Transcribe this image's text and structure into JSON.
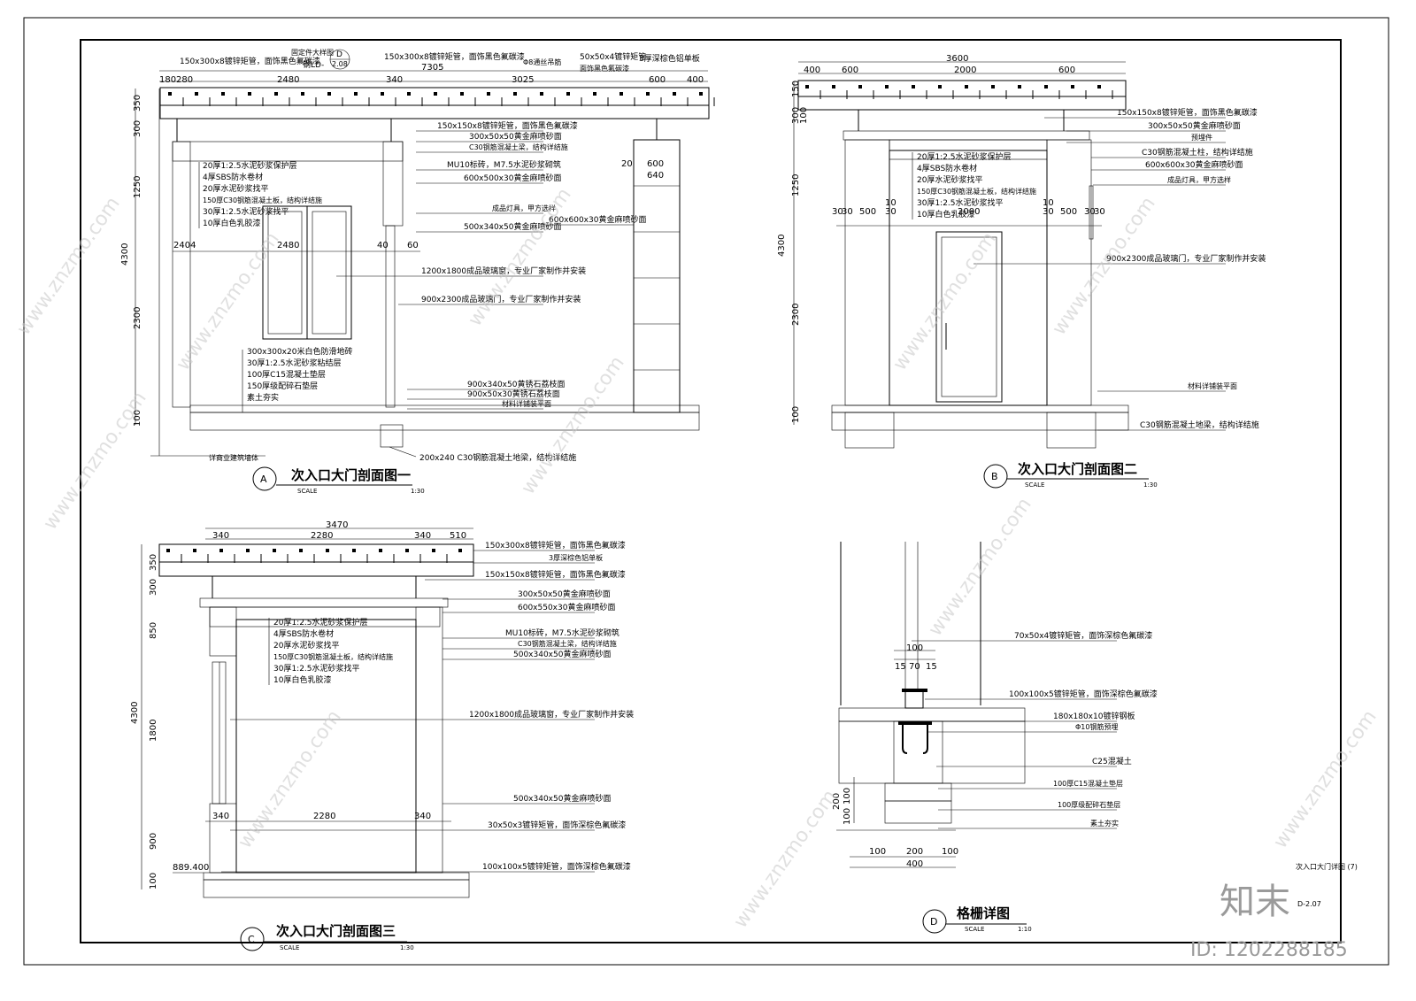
{
  "watermark": {
    "text": "www.znzmo.com",
    "brand": "知末",
    "id": "ID: 1202288185"
  },
  "sheet": {
    "code": "次入口大门详图 (7)",
    "sheet_no": "D-2.07"
  },
  "sectionA": {
    "letter": "A",
    "title": "次入口大门剖面图一",
    "scale_word": "SCALE",
    "scale": "1:30",
    "ref_note": "固定件大样图",
    "ref_letter": "D",
    "ref_sheet": "2.08",
    "ref_code": "钢LD-",
    "top_notes": [
      "150x300x8镀锌矩管，面饰黑色氟碳漆",
      "150x300x8镀锌矩管，面饰黑色氟碳漆",
      "Φ8通丝吊筋",
      "50x50x4镀锌矩管",
      "面饰黑色氟碳漆",
      "3厚深棕色铝单板"
    ],
    "dims_top": [
      "7305",
      "180",
      "280",
      "2480",
      "340",
      "3025",
      "600",
      "400"
    ],
    "dims_left": [
      "350",
      "300",
      "1250",
      "4300",
      "2300",
      "100"
    ],
    "dims_mid": [
      "2404",
      "2480",
      "40",
      "60"
    ],
    "dims_pier": [
      "20",
      "600",
      "640"
    ],
    "layers_roof": [
      "20厚1:2.5水泥砂浆保护层",
      "4厚SBS防水卷材",
      "20厚水泥砂浆找平",
      "150厚C30钢筋混凝土板，结构详结施",
      "30厚1:2.5水泥砂浆找平",
      "10厚白色乳胶漆"
    ],
    "layers_floor": [
      "300x300x20米白色防滑地砖",
      "30厚1:2.5水泥砂浆粘结层",
      "100厚C15混凝土垫层",
      "150厚级配碎石垫层",
      "素土夯实"
    ],
    "right_notes": [
      "150x150x8镀锌矩管，面饰黑色氟碳漆",
      "300x50x50黄金麻喷砂面",
      "C30钢筋混凝土梁，结构详结施",
      "MU10标砖，M7.5水泥砂浆砌筑",
      "600x500x30黄金麻喷砂面",
      "成品灯具，甲方选样",
      "600x600x30黄金麻喷砂面",
      "500x340x50黄金麻喷砂面",
      "1200x1800成品玻璃窗，专业厂家制作并安装",
      "900x2300成品玻璃门，专业厂家制作并安装",
      "900x340x50黄锈石荔枝面",
      "900x50x30黄锈石荔枝面",
      "材料详铺装平面"
    ],
    "bottom_notes": [
      "详商业建筑墙体",
      "200x240 C30钢筋混凝土地梁，结构详结施"
    ]
  },
  "sectionB": {
    "letter": "B",
    "title": "次入口大门剖面图二",
    "scale_word": "SCALE",
    "scale": "1:30",
    "dims_top": [
      "3600",
      "400",
      "600",
      "2000",
      "600"
    ],
    "dims_left": [
      "150",
      "300",
      "100",
      "1250",
      "4300",
      "2300",
      "100"
    ],
    "dims_mid": [
      "30",
      "30",
      "500",
      "10",
      "30",
      "2000",
      "10",
      "30",
      "500",
      "30",
      "30"
    ],
    "layers": [
      "20厚1:2.5水泥砂浆保护层",
      "4厚SBS防水卷材",
      "20厚水泥砂浆找平",
      "150厚C30钢筋混凝土板，结构详结施",
      "30厚1:2.5水泥砂浆找平",
      "10厚白色乳胶漆"
    ],
    "right_notes": [
      "150x150x8镀锌矩管，面饰黑色氟碳漆",
      "300x50x50黄金麻喷砂面",
      "预埋件",
      "C30钢筋混凝土柱，结构详结施",
      "600x600x30黄金麻喷砂面",
      "成品灯具，甲方选样",
      "900x2300成品玻璃门，专业厂家制作并安装",
      "材料详铺装平面",
      "C30钢筋混凝土地梁，结构详结施"
    ]
  },
  "sectionC": {
    "letter": "C",
    "title": "次入口大门剖面图三",
    "scale_word": "SCALE",
    "scale": "1:30",
    "dims_top": [
      "3470",
      "340",
      "2280",
      "340",
      "510"
    ],
    "dims_left": [
      "350",
      "300",
      "850",
      "4300",
      "1800",
      "900",
      "100"
    ],
    "dims_mid": [
      "340",
      "2280",
      "340"
    ],
    "elev": "889.400",
    "layers": [
      "20厚1:2.5水泥砂浆保护层",
      "4厚SBS防水卷材",
      "20厚水泥砂浆找平",
      "150厚C30钢筋混凝土板，结构详结施",
      "30厚1:2.5水泥砂浆找平",
      "10厚白色乳胶漆"
    ],
    "right_notes": [
      "150x300x8镀锌矩管，面饰黑色氟碳漆",
      "3厚深棕色铝单板",
      "150x150x8镀锌矩管，面饰黑色氟碳漆",
      "300x50x50黄金麻喷砂面",
      "600x550x30黄金麻喷砂面",
      "MU10标砖，M7.5水泥砂浆砌筑",
      "C30钢筋混凝土梁，结构详结施",
      "500x340x50黄金麻喷砂面",
      "1200x1800成品玻璃窗，专业厂家制作并安装",
      "500x340x50黄金麻喷砂面",
      "30x50x3镀锌矩管，面饰深棕色氟碳漆",
      "100x100x5镀锌矩管，面饰深棕色氟碳漆"
    ]
  },
  "sectionD": {
    "letter": "D",
    "title": "格栅详图",
    "scale_word": "SCALE",
    "scale": "1:10",
    "dims_top": [
      "100",
      "15",
      "70",
      "15"
    ],
    "dims_left": [
      "200",
      "100",
      "100"
    ],
    "dims_bottom": [
      "100",
      "200",
      "100",
      "400"
    ],
    "right_notes": [
      "70x50x4镀锌矩管，面饰深棕色氟碳漆",
      "100x100x5镀锌矩管，面饰深棕色氟碳漆",
      "180x180x10镀锌钢板",
      "Φ10钢筋预埋",
      "C25混凝土",
      "100厚C15混凝土垫层",
      "100厚级配碎石垫层",
      "素土夯实"
    ]
  }
}
